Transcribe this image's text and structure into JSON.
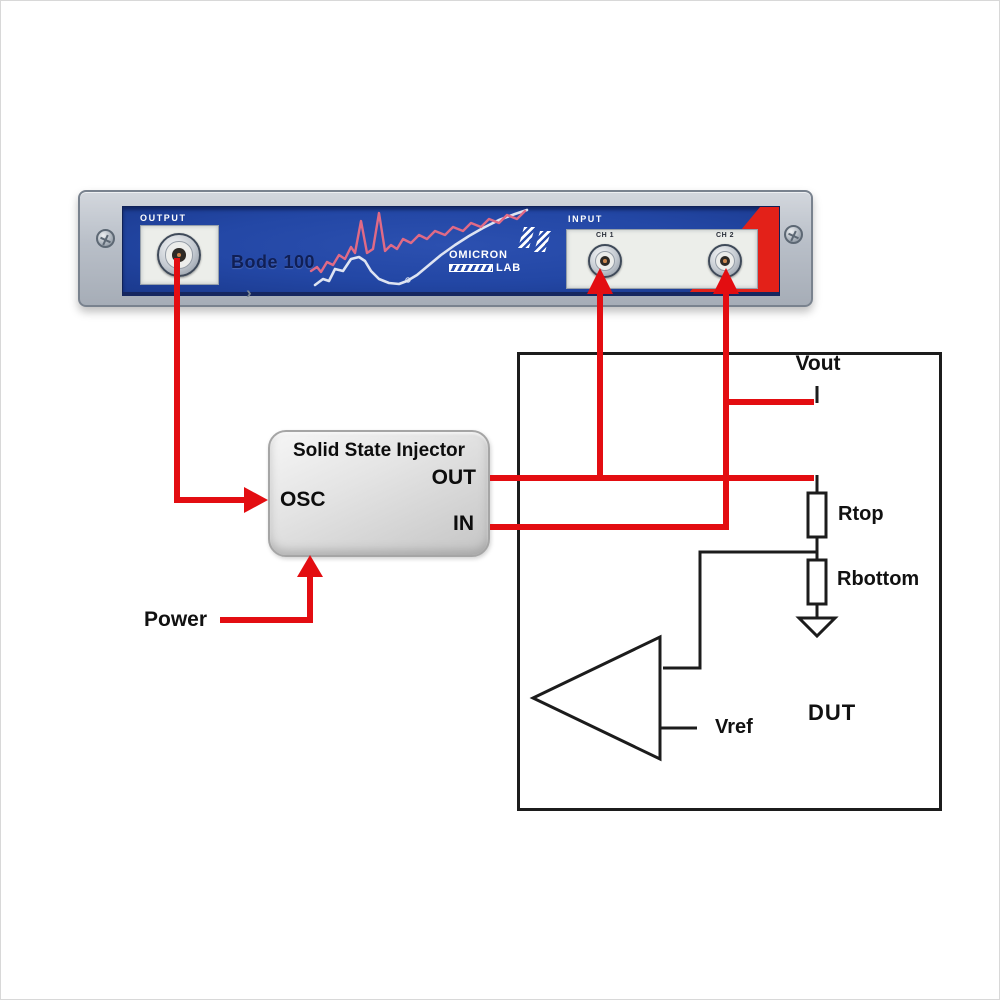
{
  "instrument": {
    "model": "Bode 100",
    "output_section": {
      "label": "OUTPUT"
    },
    "input_section": {
      "label": "INPUT",
      "ch1": "CH 1",
      "ch2": "CH 2"
    },
    "logo": {
      "brand": "OMICRON",
      "sub": "LAB"
    },
    "handle_glyph": "›"
  },
  "injector": {
    "title": "Solid State Injector",
    "osc_port": "OSC",
    "out_port": "OUT",
    "in_port": "IN"
  },
  "dut_circuit": {
    "box_label": "DUT",
    "vout": "Vout",
    "rtop": "Rtop",
    "rbottom": "Rbottom",
    "vref": "Vref"
  },
  "power_label": "Power",
  "colors": {
    "wire-red": "#e30d11",
    "circuit-black": "#1c1c1c",
    "panel-blue": "#2347a5",
    "panel-navy": "#16275f",
    "wedge-red": "#e32119",
    "case-gray": "#b9bfc8"
  }
}
